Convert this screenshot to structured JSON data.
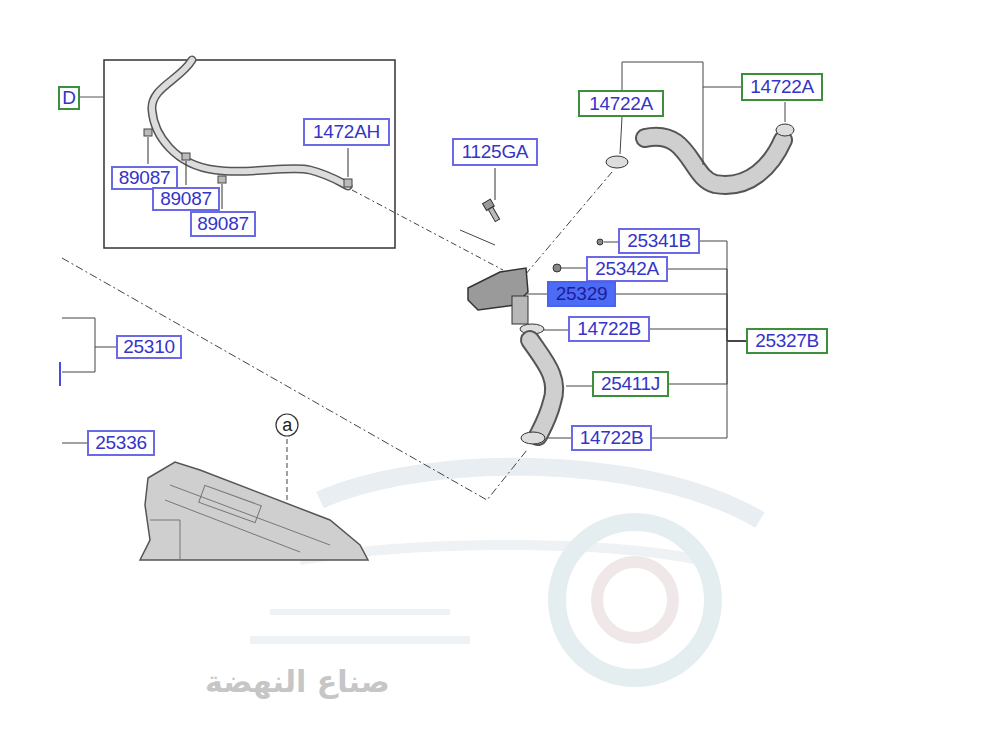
{
  "diagram": {
    "nodes": [
      {
        "text": [
          "D"
        ]
      },
      {
        "text": [
          "14722A"
        ]
      },
      {
        "text": [
          "14722A"
        ]
      },
      {
        "text": [
          "1472AH"
        ]
      },
      {
        "text": [
          "1125GA"
        ]
      },
      {
        "text": [
          "89087"
        ]
      },
      {
        "text": [
          "89087"
        ]
      },
      {
        "text": [
          "89087"
        ]
      },
      {
        "text": [
          "25341B"
        ]
      },
      {
        "text": [
          "25342A"
        ]
      },
      {
        "text": [
          "25329"
        ]
      },
      {
        "text": [
          "14722B"
        ]
      },
      {
        "text": [
          "25327B"
        ]
      },
      {
        "text": [
          "25310"
        ]
      },
      {
        "text": [
          "25411J"
        ]
      },
      {
        "text": [
          "a"
        ]
      },
      {
        "text": [
          "14722B"
        ]
      },
      {
        "text": [
          "25336"
        ]
      }
    ],
    "edges": [
      {
        "from": 8,
        "to": 12,
        "arrow": "none"
      },
      {
        "from": 9,
        "to": 12,
        "arrow": "none"
      },
      {
        "from": 10,
        "to": 12,
        "arrow": "none"
      },
      {
        "from": 11,
        "to": 12,
        "arrow": "none"
      },
      {
        "from": 14,
        "to": 12,
        "arrow": "none"
      },
      {
        "from": 16,
        "to": 12,
        "arrow": "none"
      }
    ],
    "labels": [
      "صناع النهضة"
    ]
  }
}
